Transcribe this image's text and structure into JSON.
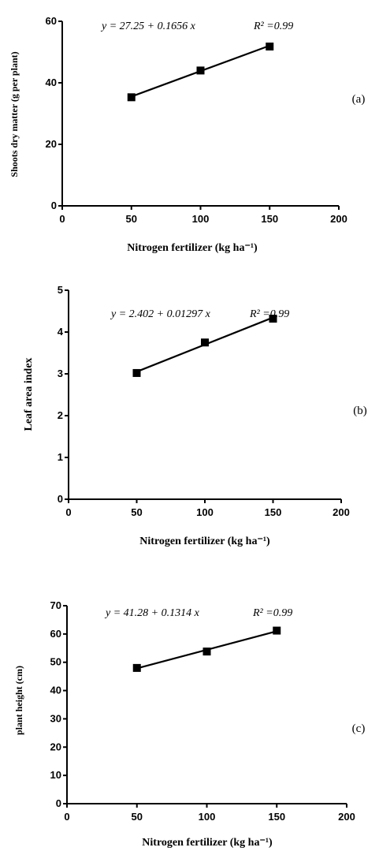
{
  "chart_data": [
    {
      "type": "scatter",
      "panel_label": "(a)",
      "equation": "y = 27.25 + 0.1656 x",
      "r2_text": "R² =0.99",
      "xlabel": "Nitrogen fertilizer (kg ha⁻¹)",
      "ylabel": "Shoots dry matter (g per plant)",
      "xlim": [
        0,
        200
      ],
      "ylim": [
        0,
        60
      ],
      "xticks": [
        0,
        50,
        100,
        150,
        200
      ],
      "yticks": [
        0,
        20,
        40,
        60
      ],
      "x": [
        50,
        100,
        150
      ],
      "y": [
        35.3,
        44,
        51.8
      ],
      "fit": {
        "intercept": 27.25,
        "slope": 0.1656
      },
      "marker_color": "#000000",
      "line_color": "#000000"
    },
    {
      "type": "scatter",
      "panel_label": "(b)",
      "equation": "y = 2.402 + 0.01297 x",
      "r2_text": "R² =0.99",
      "xlabel": "Nitrogen fertilizer (kg ha⁻¹)",
      "ylabel": "Leaf area index",
      "xlim": [
        0,
        200
      ],
      "ylim": [
        0,
        5
      ],
      "xticks": [
        0,
        50,
        100,
        150,
        200
      ],
      "yticks": [
        0,
        1,
        2,
        3,
        4,
        5
      ],
      "x": [
        50,
        100,
        150
      ],
      "y": [
        3.02,
        3.75,
        4.32
      ],
      "fit": {
        "intercept": 2.402,
        "slope": 0.01297
      },
      "marker_color": "#000000",
      "line_color": "#000000"
    },
    {
      "type": "scatter",
      "panel_label": "(c)",
      "equation": "y = 41.28 + 0.1314 x",
      "r2_text": "R² =0.99",
      "xlabel": "Nitrogen fertilizer (kg ha⁻¹)",
      "ylabel": "plant height (cm)",
      "xlim": [
        0,
        200
      ],
      "ylim": [
        0,
        70
      ],
      "xticks": [
        0,
        50,
        100,
        150,
        200
      ],
      "yticks": [
        0,
        10,
        20,
        30,
        40,
        50,
        60,
        70
      ],
      "x": [
        50,
        100,
        150
      ],
      "y": [
        48,
        53.8,
        61.2
      ],
      "fit": {
        "intercept": 41.28,
        "slope": 0.1314
      },
      "marker_color": "#000000",
      "line_color": "#000000"
    }
  ]
}
